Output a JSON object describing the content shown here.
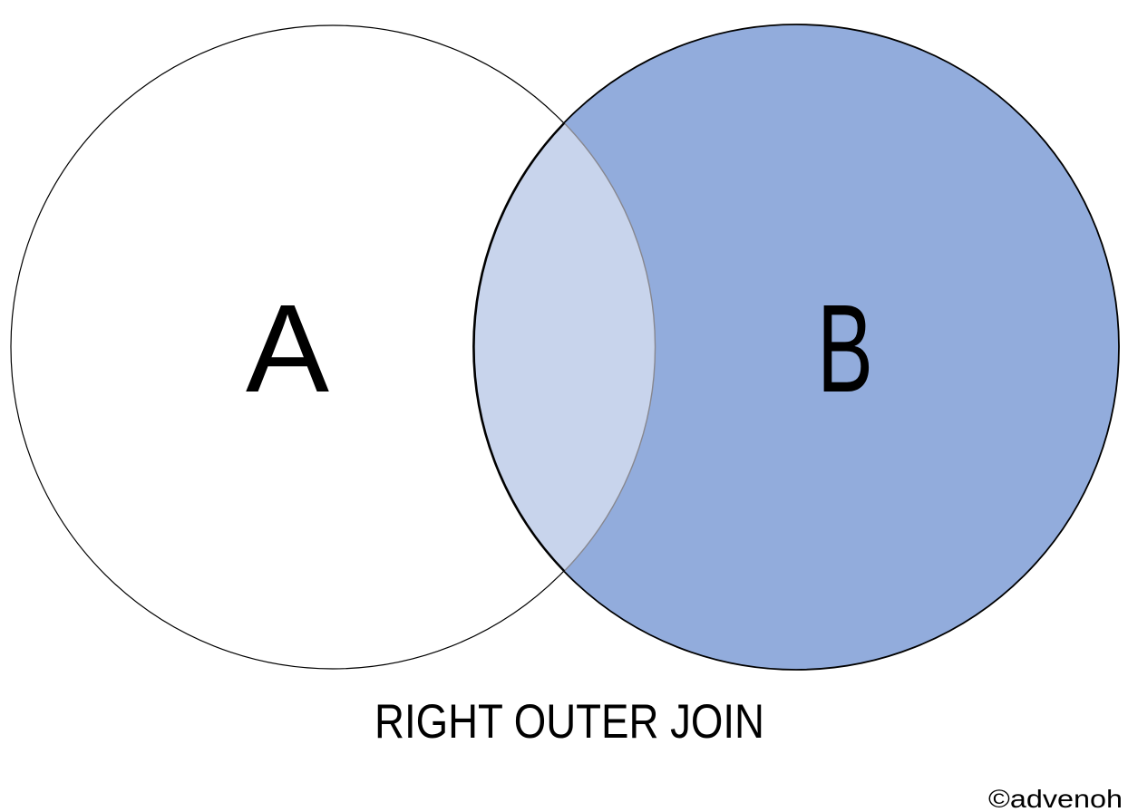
{
  "diagram": {
    "type": "venn-2-set",
    "title": "RIGHT OUTER JOIN",
    "watermark": "©advenoh",
    "text_color": "#000000",
    "sets": {
      "a": {
        "label": "A",
        "fill": "#FFFFFF",
        "stroke": "#000000"
      },
      "b": {
        "label": "B",
        "fill": "#92ACDC",
        "stroke": "#000000"
      }
    },
    "intersection": {
      "fill": "#C8D4EC",
      "stroke_a_side": "#87878F"
    },
    "shaded_regions": "B and A∩B (right outer join result)"
  }
}
